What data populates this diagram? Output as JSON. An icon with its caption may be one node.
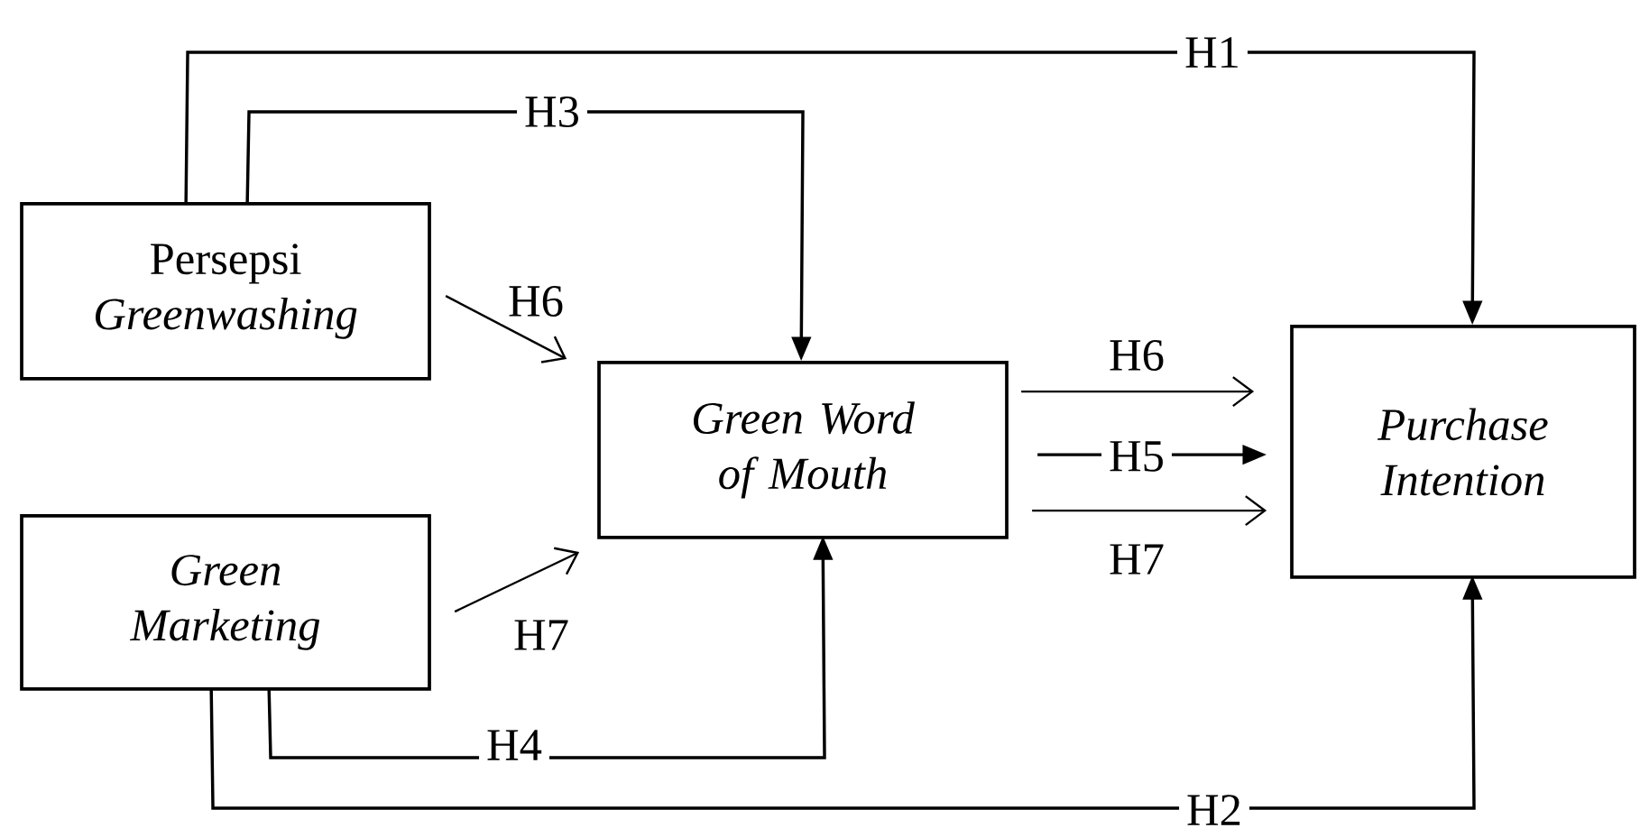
{
  "diagram": {
    "nodes": [
      {
        "text": [
          "Persepsi *Greenwashing*"
        ]
      },
      {
        "text": [
          "Green Marketing"
        ]
      },
      {
        "text": [
          "Green Word of Mouth"
        ]
      },
      {
        "text": [
          "Purchase Intention"
        ]
      }
    ],
    "edges": [
      {
        "from": 0,
        "to": 3,
        "arrow": "to",
        "label": "H1"
      },
      {
        "from": 0,
        "to": 2,
        "arrow": "to",
        "label": "H3"
      },
      {
        "from": 0,
        "to": 2,
        "arrow": "to",
        "label": "H6"
      },
      {
        "from": 1,
        "to": 2,
        "arrow": "to",
        "label": "H7"
      },
      {
        "from": 1,
        "to": 2,
        "arrow": "to",
        "label": "H4"
      },
      {
        "from": 1,
        "to": 3,
        "arrow": "to",
        "label": "H2"
      },
      {
        "from": 2,
        "to": 3,
        "arrow": "to",
        "label": "H6"
      },
      {
        "from": 2,
        "to": 3,
        "arrow": "to",
        "label": "H5"
      },
      {
        "from": 2,
        "to": 3,
        "arrow": "to",
        "label": "H7"
      }
    ]
  }
}
